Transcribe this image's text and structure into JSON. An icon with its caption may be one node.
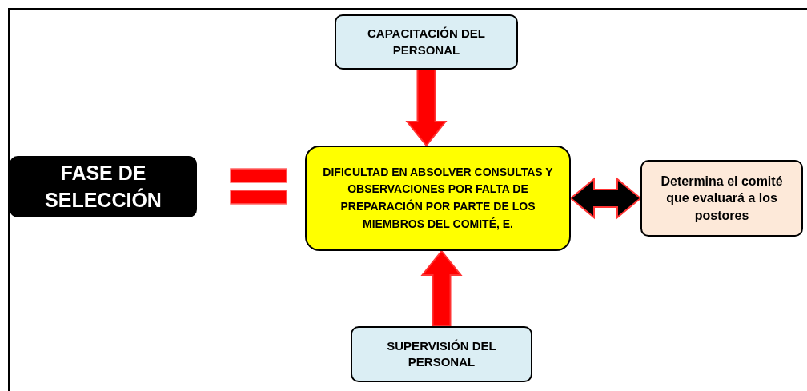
{
  "diagram": {
    "nodes": [
      {
        "text": [
          "FASE DE SELECCIÓN"
        ]
      },
      {
        "text": [
          "CAPACITACIÓN DEL PERSONAL"
        ]
      },
      {
        "text": [
          "DIFICULTAD EN ABSOLVER CONSULTAS Y OBSERVACIONES POR FALTA DE PREPARACIÓN POR PARTE DE LOS MIEMBROS DEL COMITÉ, E."
        ]
      },
      {
        "text": [
          "Determina el comité que evaluará a los postores"
        ]
      },
      {
        "text": [
          "SUPERVISIÓN DEL PERSONAL"
        ]
      }
    ],
    "edges": [
      {
        "from": 1,
        "to": 2,
        "arrow": "to"
      },
      {
        "from": 4,
        "to": 2,
        "arrow": "to"
      },
      {
        "from": 2,
        "to": 3,
        "arrow": "both",
        "color": "#000000"
      }
    ]
  }
}
